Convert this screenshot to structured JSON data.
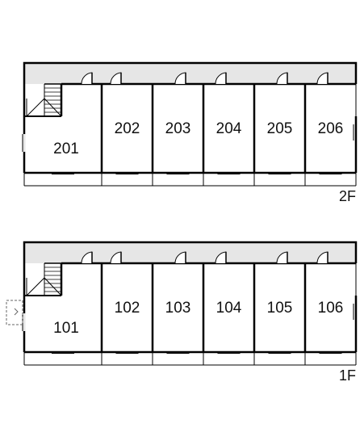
{
  "floors": [
    {
      "label": "2F",
      "rooms": [
        "201",
        "202",
        "203",
        "204",
        "205",
        "206"
      ]
    },
    {
      "label": "1F",
      "rooms": [
        "101",
        "102",
        "103",
        "104",
        "105",
        "106"
      ]
    }
  ],
  "colors": {
    "corridor": "#e6e6e6",
    "wall": "#000000",
    "background": "#ffffff",
    "annotation": "#666666"
  }
}
